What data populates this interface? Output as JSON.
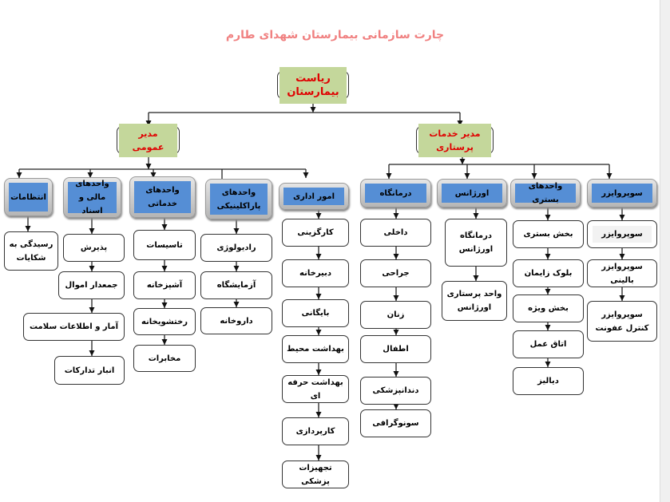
{
  "title": "چارت سازمانی بیمارستان شهدای طارم",
  "root": "ریاست بیمارستان",
  "managers": {
    "general": "مدیر عمومی",
    "nursing": "مدیر خدمات پرستاری"
  },
  "general_units": [
    {
      "header": "انتظامات",
      "children": [
        "رسیدگی به شکایات"
      ]
    },
    {
      "header": "واحدهای مالی و اسناد",
      "children": [
        "پذیرش",
        "جمعدار اموال",
        "آمار و اطلاعات سلامت",
        "انبار تدارکات"
      ]
    },
    {
      "header": "واحدهای خدماتی",
      "children": [
        "تاسیسات",
        "آشپزخانه",
        "رختشویخانه",
        "مخابرات"
      ]
    },
    {
      "header": "واحدهای پاراکلینیکی",
      "children": [
        "رادیولوژی",
        "آزمایشگاه",
        "داروخانه"
      ]
    },
    {
      "header": "امور اداری",
      "children": [
        "کارگزینی",
        "دبیرخانه",
        "بایگانی",
        "بهداشت محیط",
        "بهداشت حرفه ای",
        "کارپردازی",
        "تجهیزات پزشکی"
      ]
    }
  ],
  "nursing_units": [
    {
      "header": "درمانگاه",
      "children": [
        "داخلی",
        "جراحی",
        "زنان",
        "اطفال",
        "دندانپزشکی",
        "سونوگرافی"
      ]
    },
    {
      "header": "اورژانس",
      "children": [
        "درمانگاه اورژانس",
        "واحد پرستاری اورژانس"
      ]
    },
    {
      "header": "واحدهای بستری",
      "children": [
        "بخش بستری",
        "بلوک زایمان",
        "بخش ویژه",
        "اتاق عمل",
        "دیالیز"
      ]
    },
    {
      "header": "سوپروایزر",
      "children": [
        "سوپروایزر",
        "سوپروایزر بالینی",
        "سوپروایزر کنترل عفونت"
      ]
    }
  ]
}
